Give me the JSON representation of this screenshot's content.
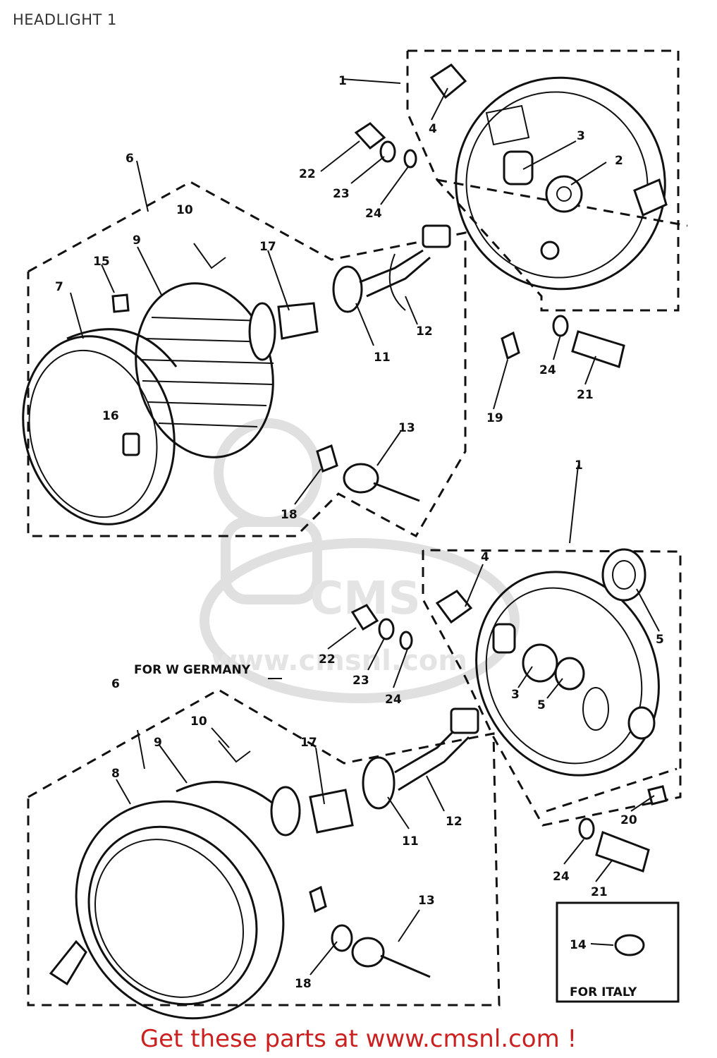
{
  "page": {
    "title": "HEADLIGHT 1"
  },
  "diagram": {
    "variant_notes": {
      "germany": "FOR W GERMANY",
      "italy": "FOR ITALY"
    },
    "upper_callouts": [
      "1",
      "2",
      "3",
      "4",
      "6",
      "7",
      "9",
      "10",
      "11",
      "12",
      "13",
      "15",
      "16",
      "17",
      "18",
      "19",
      "21",
      "22",
      "23",
      "24",
      "24"
    ],
    "lower_callouts": [
      "1",
      "3",
      "4",
      "5",
      "5",
      "6",
      "8",
      "9",
      "10",
      "11",
      "12",
      "13",
      "14",
      "17",
      "18",
      "20",
      "21",
      "22",
      "23",
      "24",
      "24"
    ],
    "watermark": "www.cmsnl.com"
  },
  "footer": {
    "text": "Get these parts at www.cmsnl.com !"
  }
}
